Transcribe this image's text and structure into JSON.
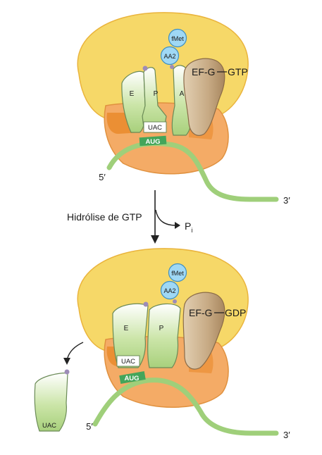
{
  "colors": {
    "large_subunit": "#f6d868",
    "large_subunit_edge": "#eab43c",
    "small_subunit": "#f4ab66",
    "small_subunit_dark": "#e98a2c",
    "trna": "#cbe5a8",
    "trna_edge": "#6a8a56",
    "mrna": "#9fcf7a",
    "codon_box": "#43a55a",
    "amino_acid": "#9fd8f5",
    "amino_acid_edge": "#3d8fc2",
    "ef_g": "#c7aa84",
    "ef_g_edge": "#8a6b48",
    "tip": "#9d8cb8",
    "arrow": "#222222"
  },
  "top_state": {
    "amino_acids": [
      "fMet",
      "AA2"
    ],
    "trna_sites": [
      "E",
      "P",
      "A"
    ],
    "anticodon": "UAC",
    "codon": "AUG",
    "ef_g_label": "EF-G",
    "nucleotide_label": "GTP",
    "mrna_5_label": "5′",
    "mrna_3_label": "3′"
  },
  "reaction": {
    "label": "Hidrólise de GTP",
    "product": "P",
    "product_subscript": "i"
  },
  "bottom_state": {
    "amino_acids": [
      "fMet",
      "AA2"
    ],
    "trna_sites": [
      "E",
      "P"
    ],
    "anticodon": "UAC",
    "codon": "AUG",
    "ef_g_label": "EF-G",
    "nucleotide_label": "GDP",
    "released_trna_anticodon": "UAC",
    "mrna_5_label": "5′",
    "mrna_3_label": "3′"
  }
}
